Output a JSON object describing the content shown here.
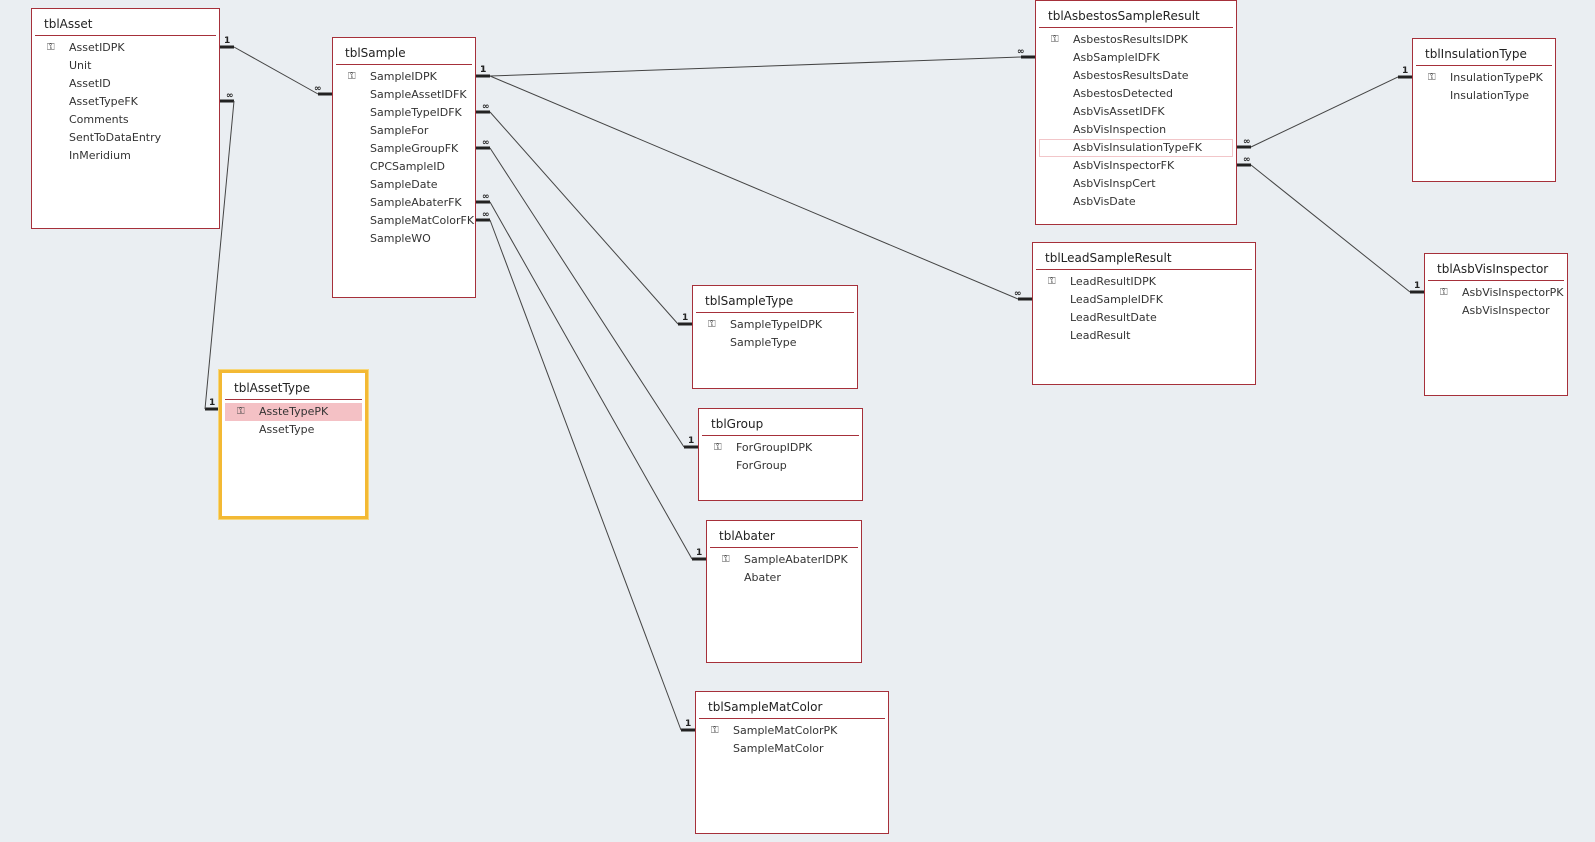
{
  "tables": [
    {
      "id": "tblAsset",
      "title": "tblAsset",
      "fields": [
        {
          "name": "AssetIDPK",
          "pk": true
        },
        {
          "name": "Unit"
        },
        {
          "name": "AssetID"
        },
        {
          "name": "AssetTypeFK"
        },
        {
          "name": "Comments"
        },
        {
          "name": "SentToDataEntry"
        },
        {
          "name": "InMeridium"
        }
      ]
    },
    {
      "id": "tblSample",
      "title": "tblSample",
      "fields": [
        {
          "name": "SampleIDPK",
          "pk": true
        },
        {
          "name": "SampleAssetIDFK"
        },
        {
          "name": "SampleTypeIDFK"
        },
        {
          "name": "SampleFor"
        },
        {
          "name": "SampleGroupFK"
        },
        {
          "name": "CPCSampleID"
        },
        {
          "name": "SampleDate"
        },
        {
          "name": "SampleAbaterFK"
        },
        {
          "name": "SampleMatColorFK"
        },
        {
          "name": "SampleWO"
        }
      ]
    },
    {
      "id": "tblAsbestosSampleResult",
      "title": "tblAsbestosSampleResult",
      "fields": [
        {
          "name": "AsbestosResultsIDPK",
          "pk": true
        },
        {
          "name": "AsbSampleIDFK"
        },
        {
          "name": "AsbestosResultsDate"
        },
        {
          "name": "AsbestosDetected"
        },
        {
          "name": "AsbVisAssetIDFK"
        },
        {
          "name": "AsbVisInspection"
        },
        {
          "name": "AsbVisInsulationTypeFK",
          "outlined": true
        },
        {
          "name": "AsbVisInspectorFK"
        },
        {
          "name": "AsbVisInspCert"
        },
        {
          "name": "AsbVisDate"
        }
      ]
    },
    {
      "id": "tblInsulationType",
      "title": "tblInsulationType",
      "fields": [
        {
          "name": "InsulationTypePK",
          "pk": true
        },
        {
          "name": "InsulationType"
        }
      ]
    },
    {
      "id": "tblLeadSampleResult",
      "title": "tblLeadSampleResult",
      "fields": [
        {
          "name": "LeadResultIDPK",
          "pk": true
        },
        {
          "name": "LeadSampleIDFK"
        },
        {
          "name": "LeadResultDate"
        },
        {
          "name": "LeadResult"
        }
      ]
    },
    {
      "id": "tblAsbVisInspector",
      "title": "tblAsbVisInspector",
      "fields": [
        {
          "name": "AsbVisInspectorPK",
          "pk": true
        },
        {
          "name": "AsbVisInspector"
        }
      ]
    },
    {
      "id": "tblSampleType",
      "title": "tblSampleType",
      "fields": [
        {
          "name": "SampleTypeIDPK",
          "pk": true
        },
        {
          "name": "SampleType"
        }
      ]
    },
    {
      "id": "tblAssetType",
      "title": "tblAssetType",
      "selected": true,
      "fields": [
        {
          "name": "AssteTypePK",
          "pk": true,
          "highlighted": true
        },
        {
          "name": "AssetType"
        }
      ]
    },
    {
      "id": "tblGroup",
      "title": "tblGroup",
      "fields": [
        {
          "name": "ForGroupIDPK",
          "pk": true
        },
        {
          "name": "ForGroup"
        }
      ]
    },
    {
      "id": "tblAbater",
      "title": "tblAbater",
      "fields": [
        {
          "name": "SampleAbaterIDPK",
          "pk": true
        },
        {
          "name": "Abater"
        }
      ]
    },
    {
      "id": "tblSampleMatColor",
      "title": "tblSampleMatColor",
      "fields": [
        {
          "name": "SampleMatColorPK",
          "pk": true
        },
        {
          "name": "SampleMatColor"
        }
      ]
    }
  ],
  "relationships": [
    {
      "from": "tblAsset.AssetIDPK",
      "to": "tblSample.SampleAssetIDFK",
      "one": "1",
      "many": "∞"
    },
    {
      "from": "tblAssetType.AssteTypePK",
      "to": "tblAsset.AssetTypeFK",
      "one": "1",
      "many": "∞"
    },
    {
      "from": "tblSample.SampleIDPK",
      "to": "tblAsbestosSampleResult.AsbSampleIDFK",
      "one": "1",
      "many": "∞"
    },
    {
      "from": "tblSample.SampleIDPK",
      "to": "tblLeadSampleResult.LeadSampleIDFK",
      "one": "1",
      "many": "∞"
    },
    {
      "from": "tblSampleType.SampleTypeIDPK",
      "to": "tblSample.SampleTypeIDFK",
      "one": "1",
      "many": "∞"
    },
    {
      "from": "tblGroup.ForGroupIDPK",
      "to": "tblSample.SampleGroupFK",
      "one": "1",
      "many": "∞"
    },
    {
      "from": "tblAbater.SampleAbaterIDPK",
      "to": "tblSample.SampleAbaterFK",
      "one": "1",
      "many": "∞"
    },
    {
      "from": "tblSampleMatColor.SampleMatColorPK",
      "to": "tblSample.SampleMatColorFK",
      "one": "1",
      "many": "∞"
    },
    {
      "from": "tblInsulationType.InsulationTypePK",
      "to": "tblAsbestosSampleResult.AsbVisInsulationTypeFK",
      "one": "1",
      "many": "∞"
    },
    {
      "from": "tblAsbVisInspector.AsbVisInspectorPK",
      "to": "tblAsbestosSampleResult.AsbVisInspectorFK",
      "one": "1",
      "many": "∞"
    }
  ],
  "colors": {
    "border": "#a6303a",
    "selected": "#f3b934",
    "highlight": "#f4c1c5",
    "background": "#eaeef2"
  },
  "icons": {
    "primary_key": "key-icon"
  }
}
